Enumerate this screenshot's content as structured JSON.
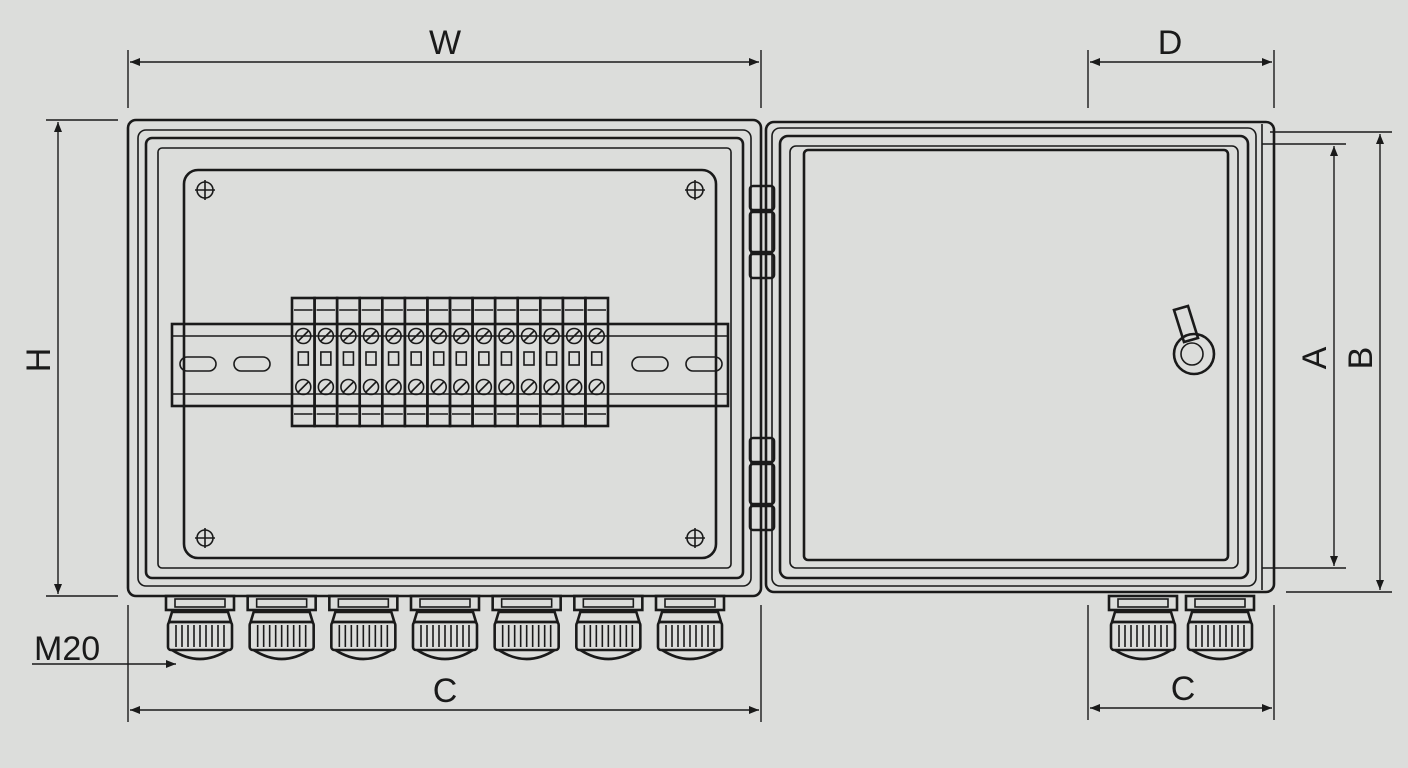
{
  "labels": {
    "width": "W",
    "height": "H",
    "depth": "D",
    "dim_a": "A",
    "dim_b": "B",
    "gland_pitch_front": "C",
    "gland_pitch_side": "C",
    "gland_size": "M20"
  },
  "counts": {
    "terminals": 14,
    "bottom_glands": 7,
    "side_glands": 2
  },
  "colors": {
    "background": "#dcdddb",
    "line": "#1a1a1a"
  }
}
